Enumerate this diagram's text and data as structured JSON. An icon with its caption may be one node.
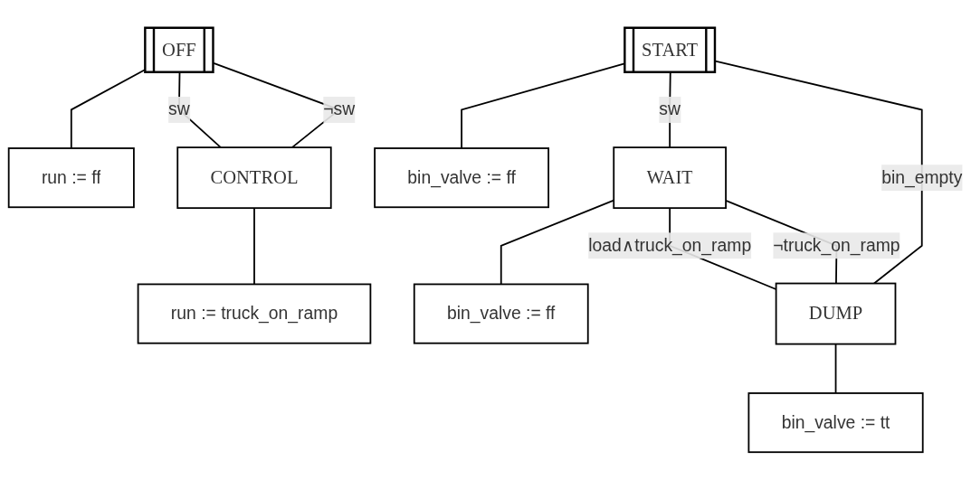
{
  "diagram": {
    "nodes": [
      {
        "text": [
          "OFF"
        ]
      },
      {
        "text": [
          "run := ff"
        ]
      },
      {
        "text": [
          "CONTROL"
        ]
      },
      {
        "text": [
          "run := truck_on_ramp"
        ]
      },
      {
        "text": [
          "START"
        ]
      },
      {
        "text": [
          "bin_valve := ff"
        ]
      },
      {
        "text": [
          "WAIT"
        ]
      },
      {
        "text": [
          "bin_valve := ff"
        ]
      },
      {
        "text": [
          "DUMP"
        ]
      },
      {
        "text": [
          "bin_valve := tt"
        ]
      }
    ],
    "edges": [
      {
        "from": 0,
        "to": 1,
        "arrow": "none"
      },
      {
        "from": 0,
        "to": 2,
        "arrow": "none",
        "label": "sw"
      },
      {
        "from": 2,
        "to": 3,
        "arrow": "none"
      },
      {
        "from": 2,
        "to": 0,
        "arrow": "none",
        "label": "¬sw"
      },
      {
        "from": 4,
        "to": 5,
        "arrow": "none"
      },
      {
        "from": 4,
        "to": 6,
        "arrow": "none",
        "label": "sw"
      },
      {
        "from": 6,
        "to": 7,
        "arrow": "none"
      },
      {
        "from": 6,
        "to": 8,
        "arrow": "none",
        "label": "load∧truck_on_ramp"
      },
      {
        "from": 8,
        "to": 9,
        "arrow": "none"
      },
      {
        "from": 8,
        "to": 6,
        "arrow": "none",
        "label": "¬truck_on_ramp"
      },
      {
        "from": 8,
        "to": 4,
        "arrow": "none",
        "label": "bin_empty"
      }
    ]
  }
}
